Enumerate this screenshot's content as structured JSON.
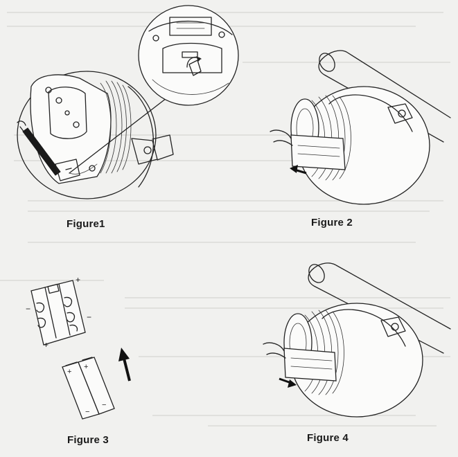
{
  "figures": [
    {
      "id": "figure1",
      "caption": "Figure1"
    },
    {
      "id": "figure2",
      "caption": "Figure 2"
    },
    {
      "id": "figure3",
      "caption": "Figure 3"
    },
    {
      "id": "figure4",
      "caption": "Figure 4"
    }
  ],
  "battery_marks": {
    "plus": "+",
    "minus": "−"
  },
  "colors": {
    "ink": "#222222",
    "paper": "#f1f1ef",
    "arrow": "#111111"
  }
}
